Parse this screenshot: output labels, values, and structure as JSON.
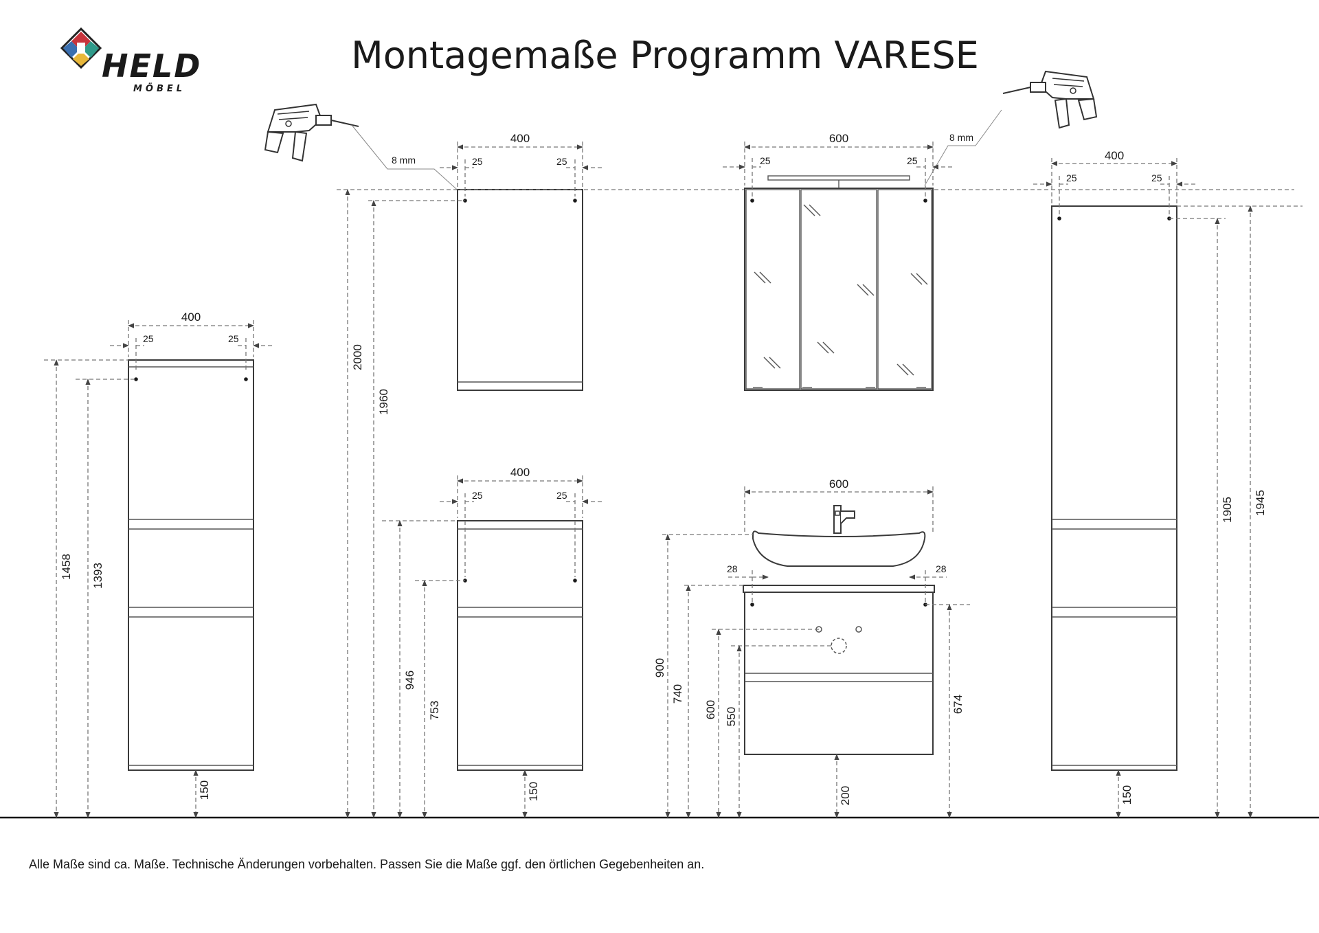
{
  "header": {
    "title": "Montagemaße Programm VARESE",
    "brand": {
      "name": "HELD",
      "sub": "MÖBEL",
      "colors": [
        "#c8343c",
        "#2f9a8a",
        "#3a6fb0",
        "#e8b73a"
      ]
    }
  },
  "footer": {
    "note": "Alle Maße sind ca. Maße. Technische Änderungen vorbehalten. Passen Sie die Maße ggf. den örtlichen Gegebenheiten an."
  },
  "tools": {
    "drill_left_label": "8 mm",
    "drill_right_label": "8 mm",
    "icon": "drill-icon"
  },
  "units": {
    "tall_left": {
      "width": "400",
      "inset_left": "25",
      "inset_right": "25",
      "total_height": "1458",
      "hole_height": "1393",
      "floor_gap": "150"
    },
    "wall_cabinet": {
      "width": "400",
      "inset_left": "25",
      "inset_right": "25",
      "total_height": "2000",
      "hole_height": "1960"
    },
    "mirror_cabinet": {
      "width": "600",
      "inset_left": "25",
      "inset_right": "25"
    },
    "mid_cabinet": {
      "width": "400",
      "inset_left": "25",
      "inset_right": "25",
      "total_height": "946",
      "hole_height": "753",
      "floor_gap": "150"
    },
    "vanity": {
      "width": "600",
      "inset_left": "28",
      "inset_right": "28",
      "basin_top": "900",
      "counter_top": "740",
      "connection_top": "600",
      "drain": "550",
      "hole_height": "674",
      "floor_gap": "200"
    },
    "tall_right": {
      "width": "400",
      "inset_left": "25",
      "inset_right": "25",
      "hole_height": "1905",
      "total_height": "1945",
      "floor_gap": "150"
    }
  }
}
